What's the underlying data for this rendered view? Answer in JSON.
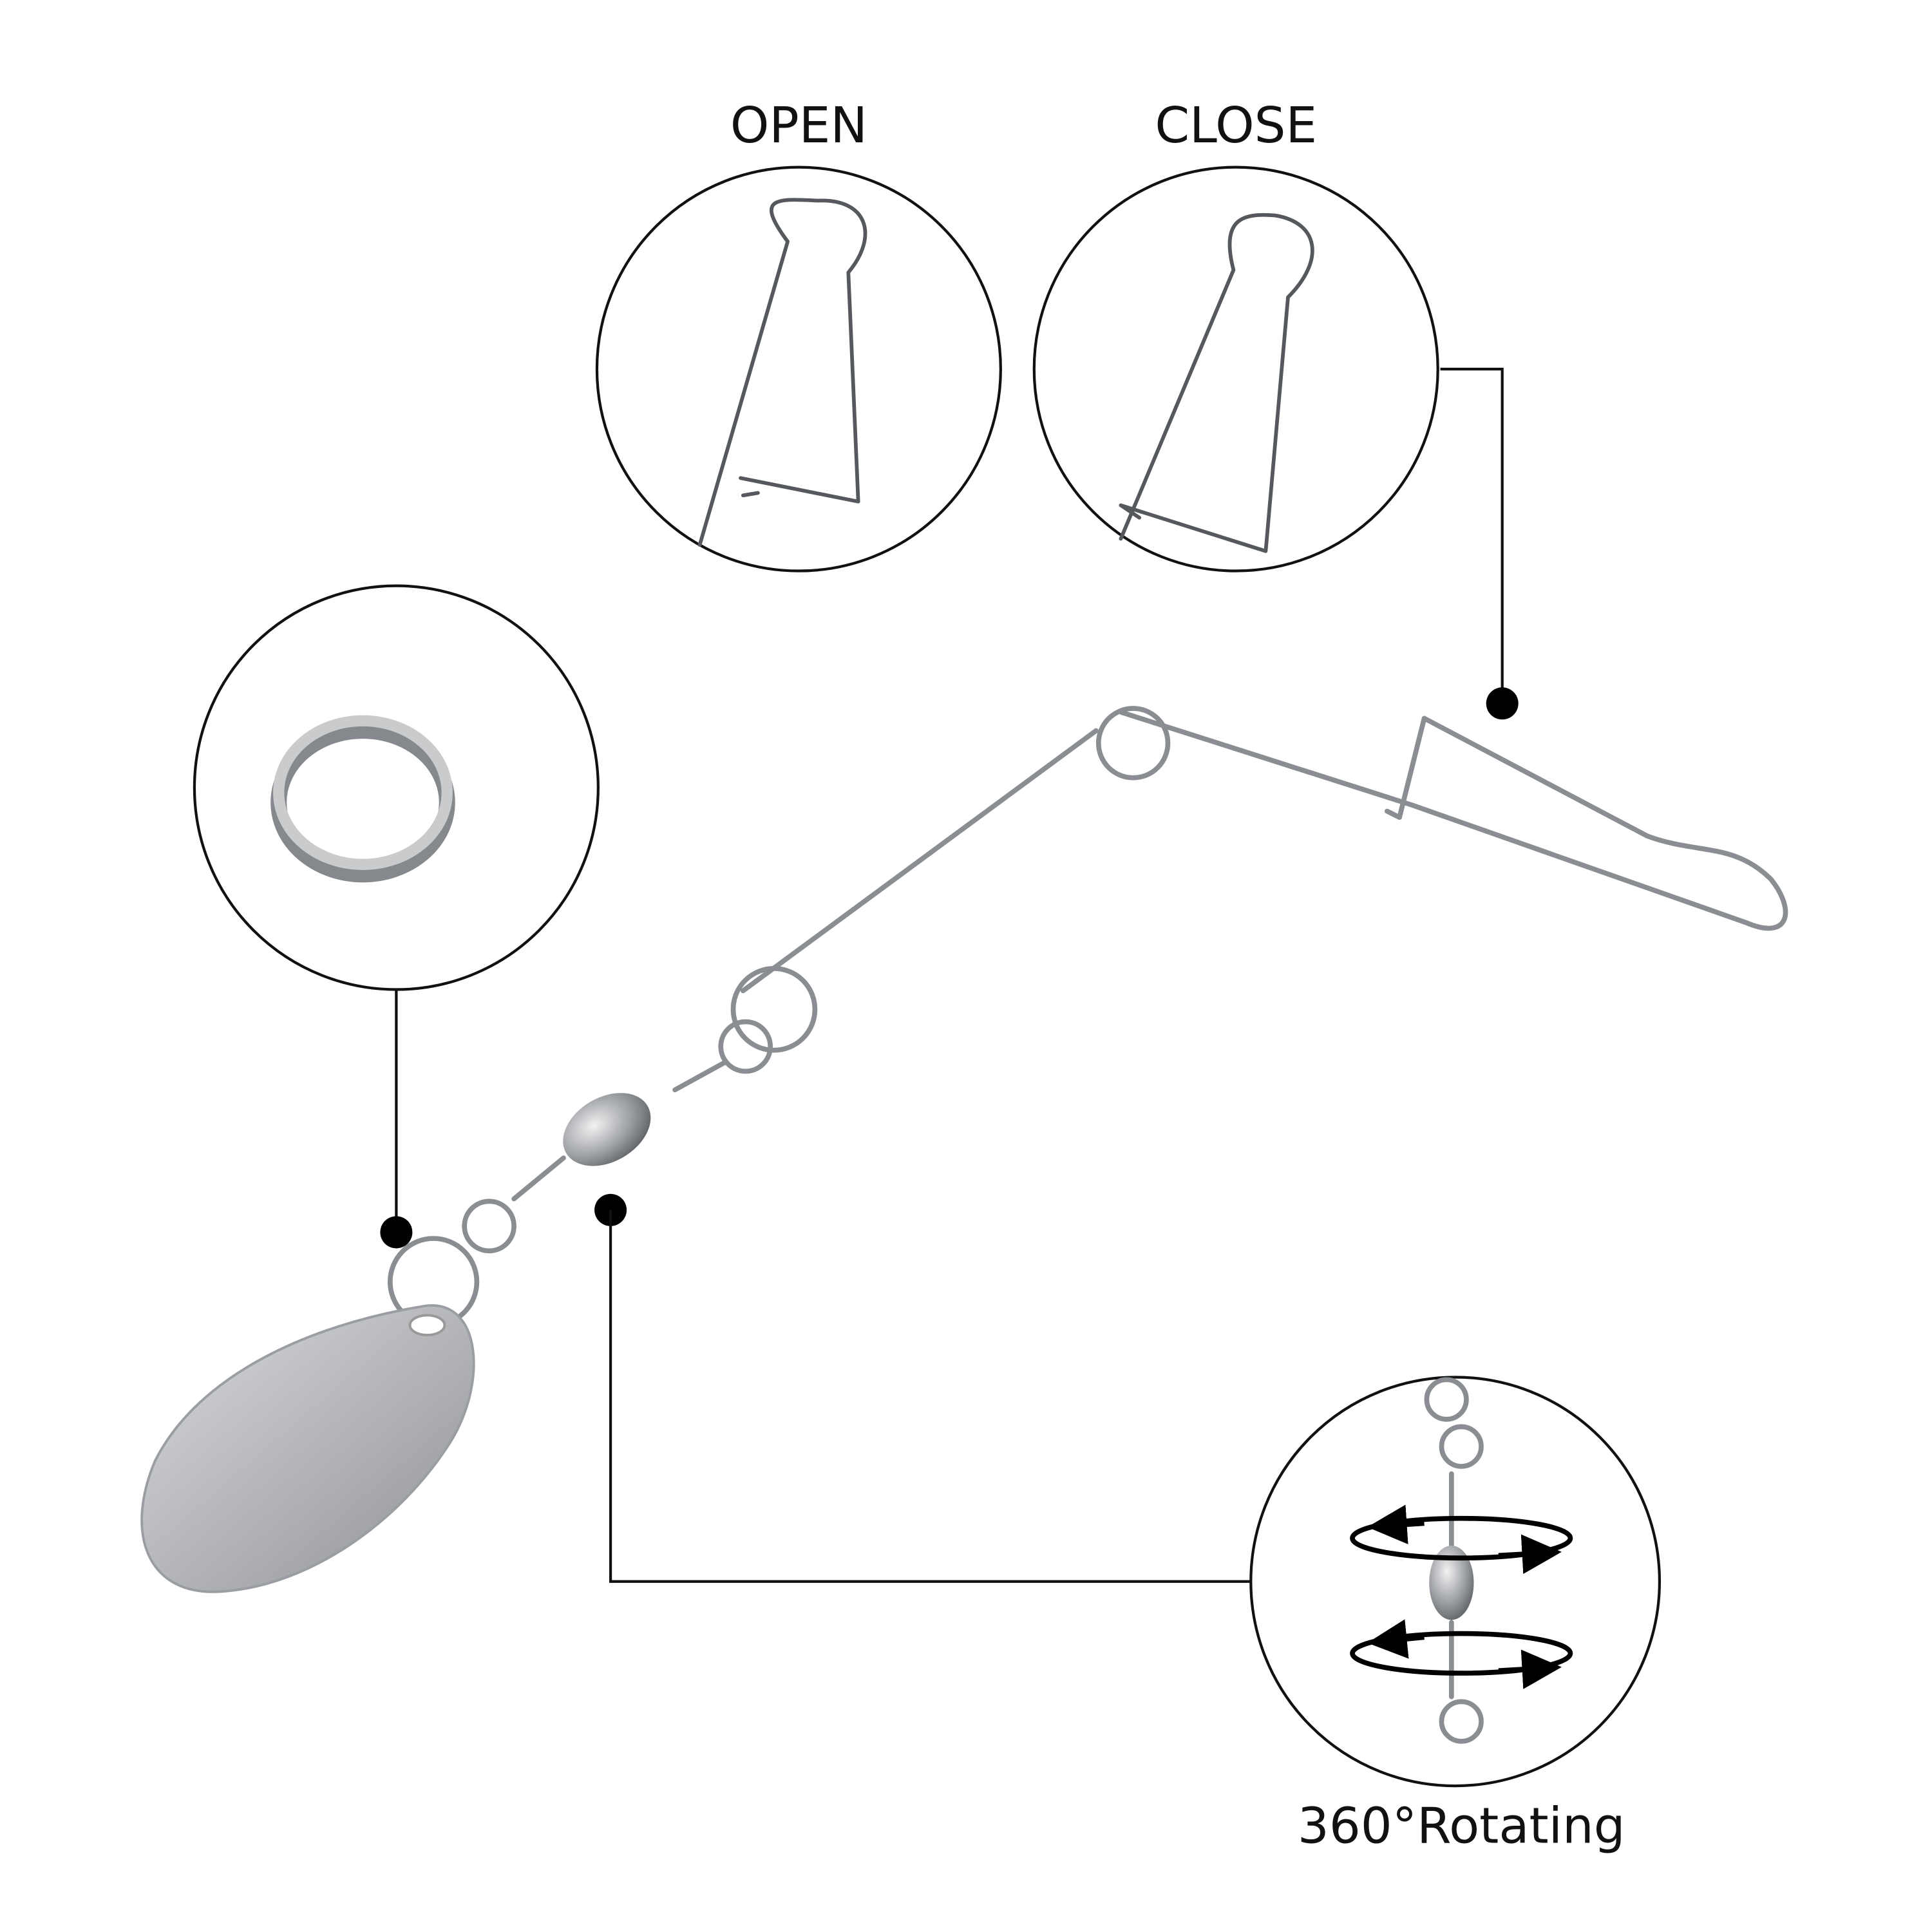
{
  "labels": {
    "open": "OPEN",
    "close": "CLOSE",
    "rotating": "360°Rotating"
  },
  "colors": {
    "background": "#ffffff",
    "line": "#111111",
    "metal": "#8a8d92"
  },
  "icons": [
    "snap-open-icon",
    "snap-close-icon",
    "split-ring-icon",
    "swivel-rotate-icon",
    "spinner-blade-icon"
  ]
}
